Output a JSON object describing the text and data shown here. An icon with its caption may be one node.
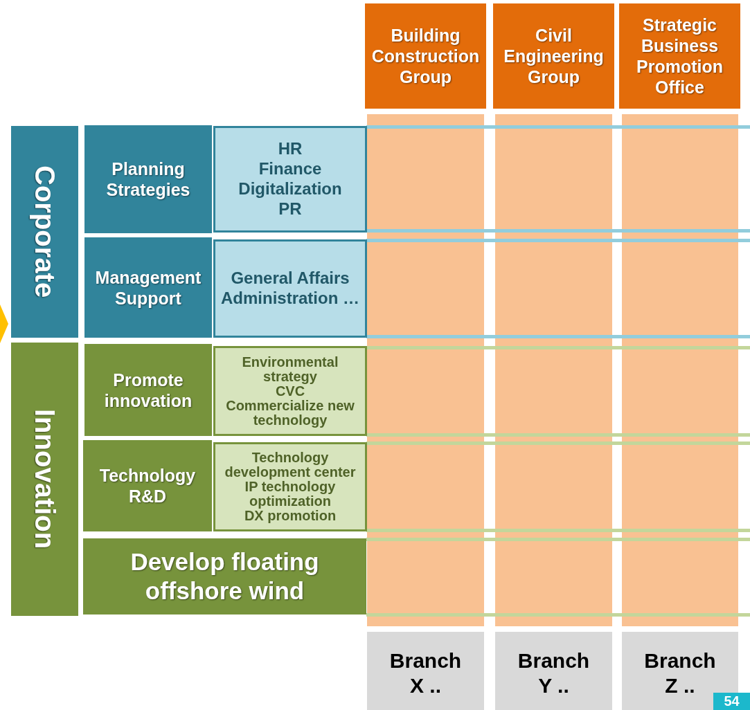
{
  "diagram": {
    "nodes": [
      {
        "text": [
          "Building Construction Group"
        ]
      },
      {
        "text": [
          "Civil Engineering Group"
        ]
      },
      {
        "text": [
          "Strategic Business Promotion Office"
        ]
      },
      {
        "text": [
          "Corporate"
        ]
      },
      {
        "text": [
          "Planning Strategies"
        ]
      },
      {
        "text": [
          "HR",
          "Finance",
          "Digitalization",
          "PR"
        ]
      },
      {
        "text": [
          "Management Support"
        ]
      },
      {
        "text": [
          "General Affairs",
          "Administration …"
        ]
      },
      {
        "text": [
          "Innovation"
        ]
      },
      {
        "text": [
          "Promote innovation"
        ]
      },
      {
        "text": [
          "Environmental strategy",
          "CVC",
          "Commercialize new technology"
        ]
      },
      {
        "text": [
          "Technology R&D"
        ]
      },
      {
        "text": [
          "Technology development center",
          "IP technology optimization",
          "DX promotion"
        ]
      },
      {
        "text": [
          "Develop floating offshore wind"
        ]
      },
      {
        "text": [
          "Branch X .."
        ]
      },
      {
        "text": [
          "Branch Y .."
        ]
      },
      {
        "text": [
          "Branch Z .."
        ]
      },
      {
        "text": [],
        "shape": "bar"
      },
      {
        "text": [],
        "shape": "bar"
      },
      {
        "text": [],
        "shape": "bar"
      }
    ],
    "edges": [],
    "labels": [
      "54"
    ]
  }
}
